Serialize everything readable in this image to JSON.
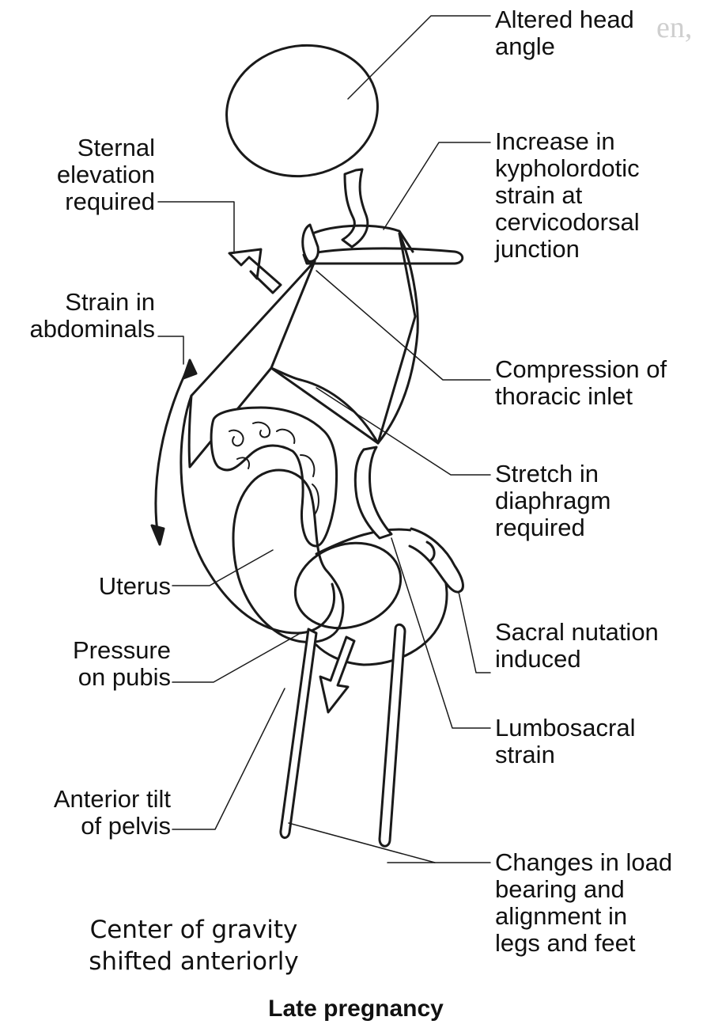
{
  "colors": {
    "ink": "#1a1a1a",
    "background": "#ffffff"
  },
  "labels": {
    "altered_head": [
      "Altered head",
      "angle"
    ],
    "sternal_elevation": [
      "Sternal",
      "elevation",
      "required"
    ],
    "strain_abdominals": [
      "Strain in",
      "abdominals"
    ],
    "kypholordotic": [
      "Increase in",
      "kypholordotic",
      "strain at",
      "cervicodorsal",
      "junction"
    ],
    "compression_thoracic": [
      "Compression of",
      "thoracic inlet"
    ],
    "stretch_diaphragm": [
      "Stretch in",
      "diaphragm",
      "required"
    ],
    "uterus": [
      "Uterus"
    ],
    "sacral_nutation": [
      "Sacral nutation",
      "induced"
    ],
    "pressure_pubis": [
      "Pressure",
      "on pubis"
    ],
    "lumbosacral": [
      "Lumbosacral",
      "strain"
    ],
    "anterior_tilt": [
      "Anterior tilt",
      "of pelvis"
    ],
    "load_bearing": [
      "Changes in load",
      "bearing and",
      "alignment in",
      "legs and feet"
    ]
  },
  "caption": [
    "Center of gravity",
    "shifted anteriorly"
  ],
  "title": "Late pregnancy"
}
